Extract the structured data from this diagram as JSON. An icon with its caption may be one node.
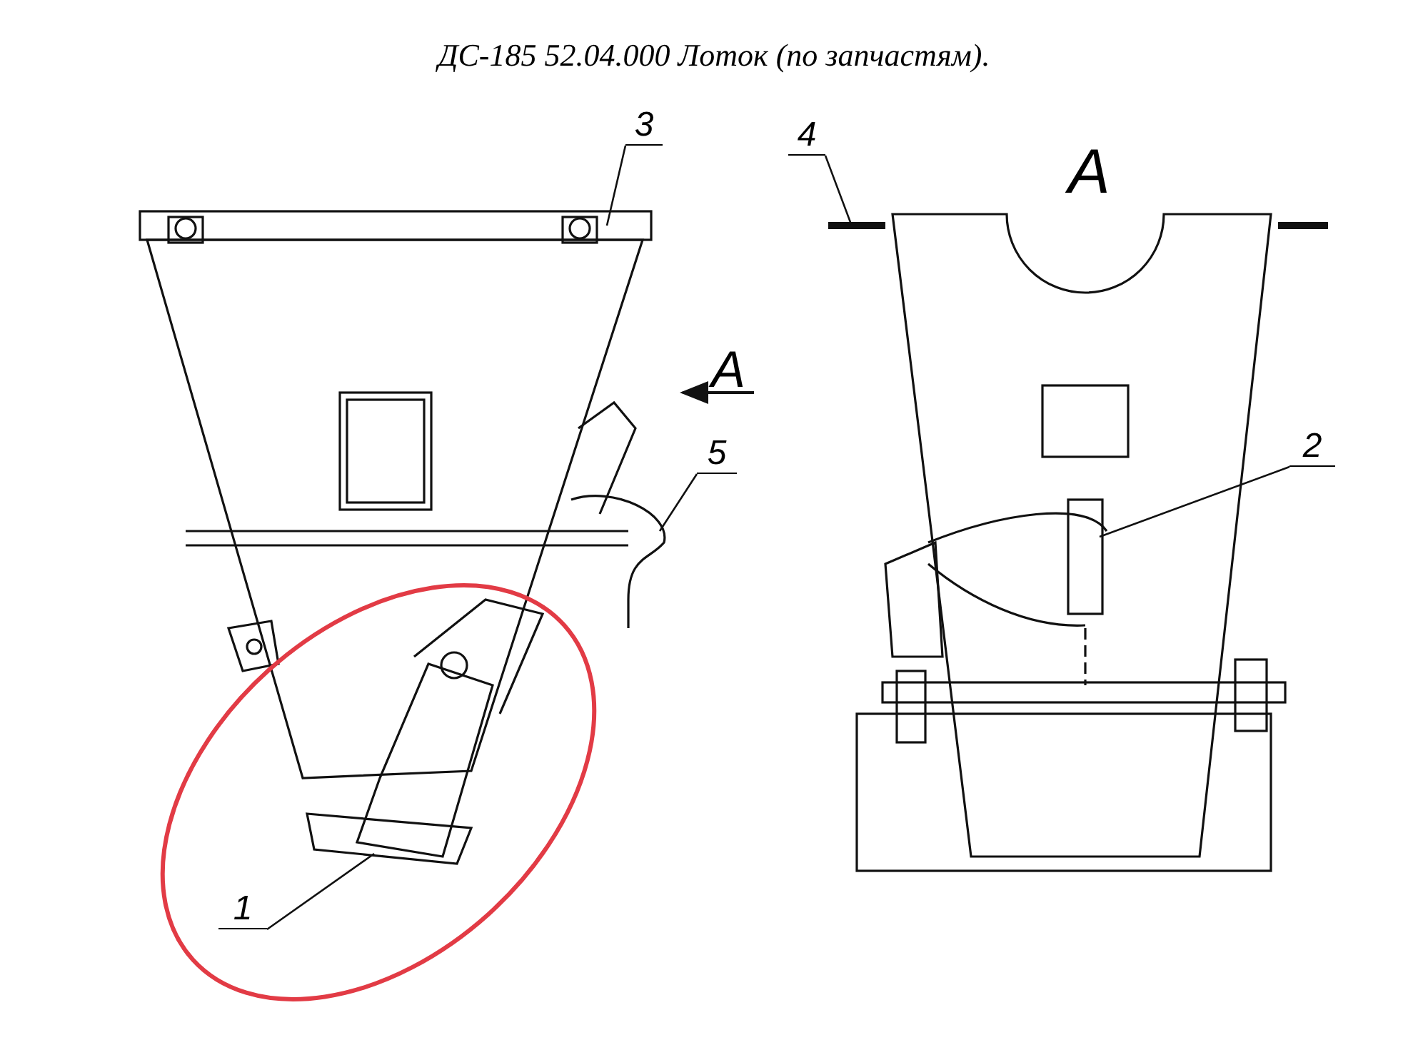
{
  "diagram": {
    "title": "ДС-185 52.04.000 Лоток (по запчастям).",
    "nodes": [
      {
        "text": [
          "3"
        ]
      },
      {
        "text": [
          "4"
        ]
      },
      {
        "text": [
          "5"
        ]
      },
      {
        "text": [
          "2"
        ]
      },
      {
        "text": [
          "1"
        ]
      }
    ],
    "edges": [
      {
        "from": 0,
        "to": null,
        "arrow": "none"
      },
      {
        "from": 1,
        "to": null,
        "arrow": "none"
      },
      {
        "from": 2,
        "to": null,
        "arrow": "none"
      },
      {
        "from": 3,
        "to": null,
        "arrow": "none"
      },
      {
        "from": 4,
        "to": null,
        "arrow": "none"
      }
    ],
    "labels": [
      "A",
      "A"
    ]
  }
}
